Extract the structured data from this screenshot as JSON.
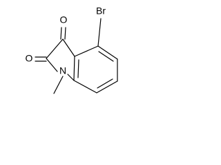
{
  "structure": {
    "atoms": {
      "bromine": "Br",
      "oxygen_c3": "O",
      "oxygen_c2": "O",
      "nitrogen": "N"
    }
  }
}
